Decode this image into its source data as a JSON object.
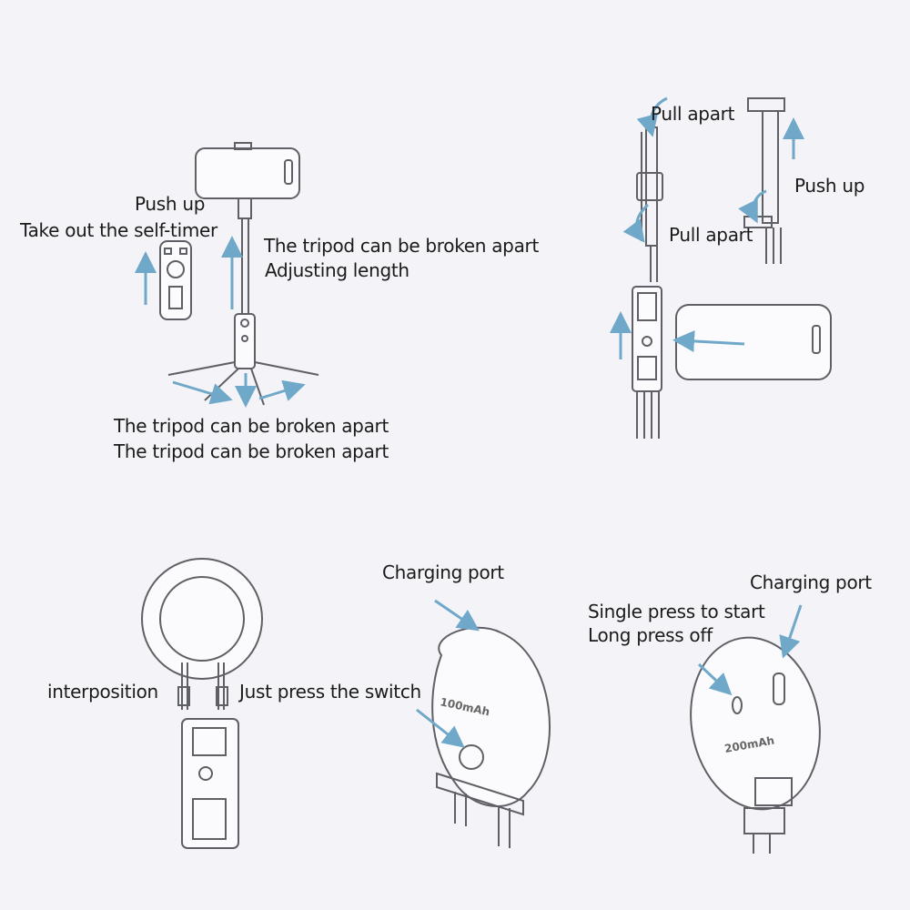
{
  "colors": {
    "background": "#f4f3f7",
    "line": "#5f5f66",
    "arrow": "#6fa8c8",
    "text": "#1a1a1a"
  },
  "panel_tripod": {
    "push_up": "Push up",
    "take_out_timer": "Take out the self-timer",
    "tripod_broken_apart": "The tripod can be broken apart",
    "adjusting_length": "Adjusting length",
    "bottom_line_1": "The tripod can be broken apart",
    "bottom_line_2": "The tripod can be broken apart"
  },
  "panel_clamp": {
    "pull_apart_top": "Pull apart",
    "push_up": "Push up",
    "pull_apart_bottom": "Pull apart"
  },
  "panel_ringlight": {
    "interposition": "interposition",
    "press_switch": "Just press the switch"
  },
  "panel_light_100": {
    "charging_port": "Charging port",
    "capacity": "100mAh"
  },
  "panel_light_200": {
    "charging_port": "Charging port",
    "single_press": "Single press to start",
    "long_press": "Long press off",
    "capacity": "200mAh"
  }
}
